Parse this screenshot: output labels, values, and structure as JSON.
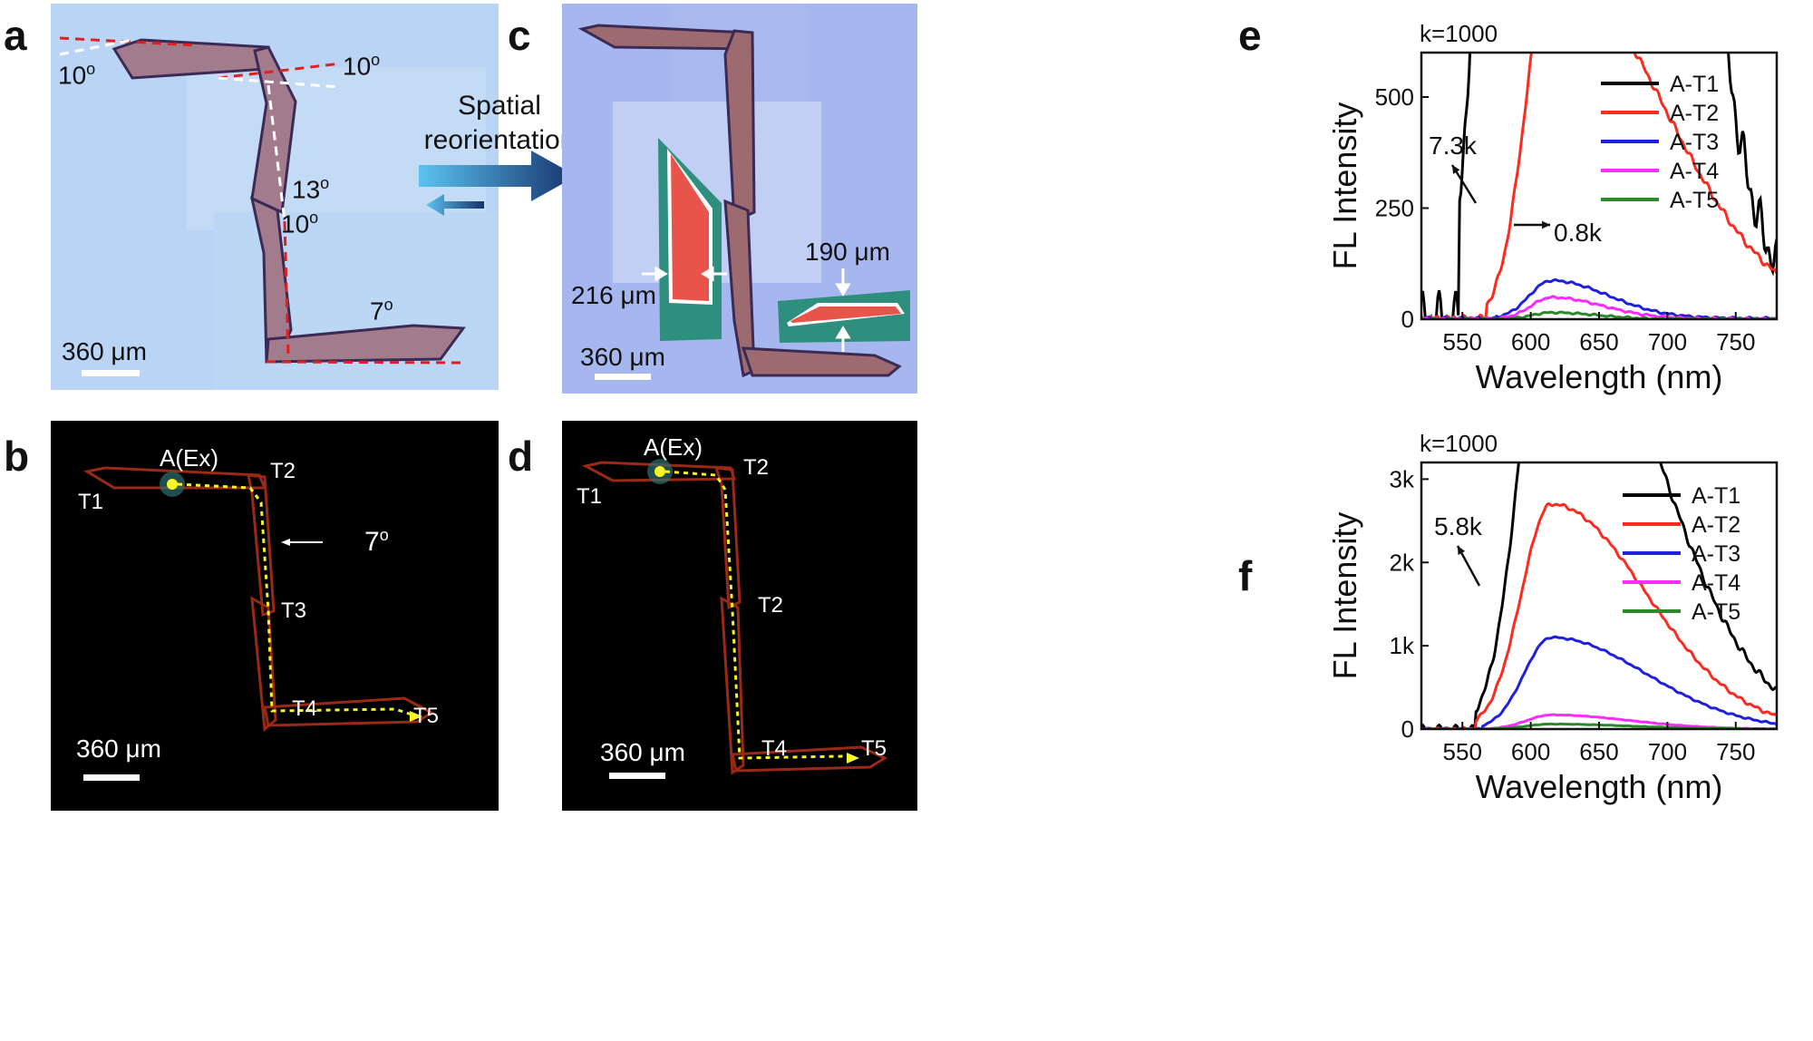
{
  "panel_letters": {
    "a": "a",
    "b": "b",
    "c": "c",
    "d": "d",
    "e": "e",
    "f": "f"
  },
  "panel_a": {
    "angle_labels": [
      "10o",
      "10o",
      "13o",
      "10o",
      "7o"
    ],
    "angle_label_parts": [
      {
        "num": "10",
        "sup": "o"
      },
      {
        "num": "10",
        "sup": "o"
      },
      {
        "num": "13",
        "sup": "o"
      },
      {
        "num": "10",
        "sup": "o"
      },
      {
        "num": "7",
        "sup": "o"
      }
    ],
    "scale_bar": "360 μm"
  },
  "arrow_label": {
    "line1": "Spatial",
    "line2": "reorientation"
  },
  "panel_b": {
    "excitation": "A(Ex)",
    "terminals": [
      "T1",
      "T2",
      "T3",
      "T4",
      "T5"
    ],
    "angle": {
      "num": "7",
      "sup": "o"
    },
    "scale_bar": "360 μm",
    "colors": {
      "background": "#000000",
      "path": "#f5f52a",
      "crystal": "#b5301a"
    }
  },
  "panel_c": {
    "width_left": "216 μm",
    "width_right": "190 μm",
    "scale_bar": "360 μm"
  },
  "panel_d": {
    "excitation": "A(Ex)",
    "terminals": [
      "T1",
      "T2",
      "T2",
      "T4",
      "T5"
    ],
    "scale_bar": "360 μm"
  },
  "chart_data": [
    {
      "type": "line",
      "panel": "e",
      "multiplier_label": "k=1000",
      "xlabel": "Wavelength (nm)",
      "ylabel": "FL Intensity",
      "xlim": [
        520,
        780
      ],
      "ylim": [
        0,
        600
      ],
      "xticks": [
        550,
        600,
        650,
        700,
        750
      ],
      "yticks": [
        0,
        250,
        500
      ],
      "ytick_labels": [
        "0",
        "250",
        "500"
      ],
      "annotations": [
        "7.3k",
        "0.8k"
      ],
      "legend_position": "top-right",
      "series": [
        {
          "name": "A-T1",
          "color": "#000000",
          "peak": 7300,
          "onset": 548,
          "offset": 760,
          "base": 5
        },
        {
          "name": "A-T2",
          "color": "#ff2a1f",
          "peak": 800,
          "onset": 568,
          "offset": 820,
          "base": 2
        },
        {
          "name": "A-T3",
          "color": "#1f1fe0",
          "peak": 85,
          "onset": 575,
          "offset": 720,
          "base": 2
        },
        {
          "name": "A-T4",
          "color": "#ff2aff",
          "peak": 48,
          "onset": 578,
          "offset": 710,
          "base": 1
        },
        {
          "name": "A-T5",
          "color": "#2a8a2a",
          "peak": 15,
          "onset": 580,
          "offset": 700,
          "base": 0
        }
      ]
    },
    {
      "type": "line",
      "panel": "f",
      "multiplier_label": "k=1000",
      "xlabel": "Wavelength (nm)",
      "ylabel": "FL Intensity",
      "xlim": [
        520,
        780
      ],
      "ylim": [
        0,
        3200
      ],
      "xticks": [
        550,
        600,
        650,
        700,
        750
      ],
      "yticks": [
        0,
        1000,
        2000,
        3000
      ],
      "ytick_labels": [
        "0",
        "1k",
        "2k",
        "3k"
      ],
      "annotations": [
        "5.8k"
      ],
      "legend_position": "top-right",
      "series": [
        {
          "name": "A-T1",
          "color": "#000000",
          "peak": 5800,
          "onset": 560,
          "offset": 800,
          "base": 0
        },
        {
          "name": "A-T2",
          "color": "#ff2a1f",
          "peak": 2700,
          "onset": 560,
          "offset": 790,
          "base": 0
        },
        {
          "name": "A-T3",
          "color": "#1f1fe0",
          "peak": 1100,
          "onset": 565,
          "offset": 790,
          "base": 0
        },
        {
          "name": "A-T4",
          "color": "#ff2aff",
          "peak": 170,
          "onset": 570,
          "offset": 760,
          "base": 0
        },
        {
          "name": "A-T5",
          "color": "#2a8a2a",
          "peak": 60,
          "onset": 570,
          "offset": 760,
          "base": 0
        }
      ]
    }
  ]
}
